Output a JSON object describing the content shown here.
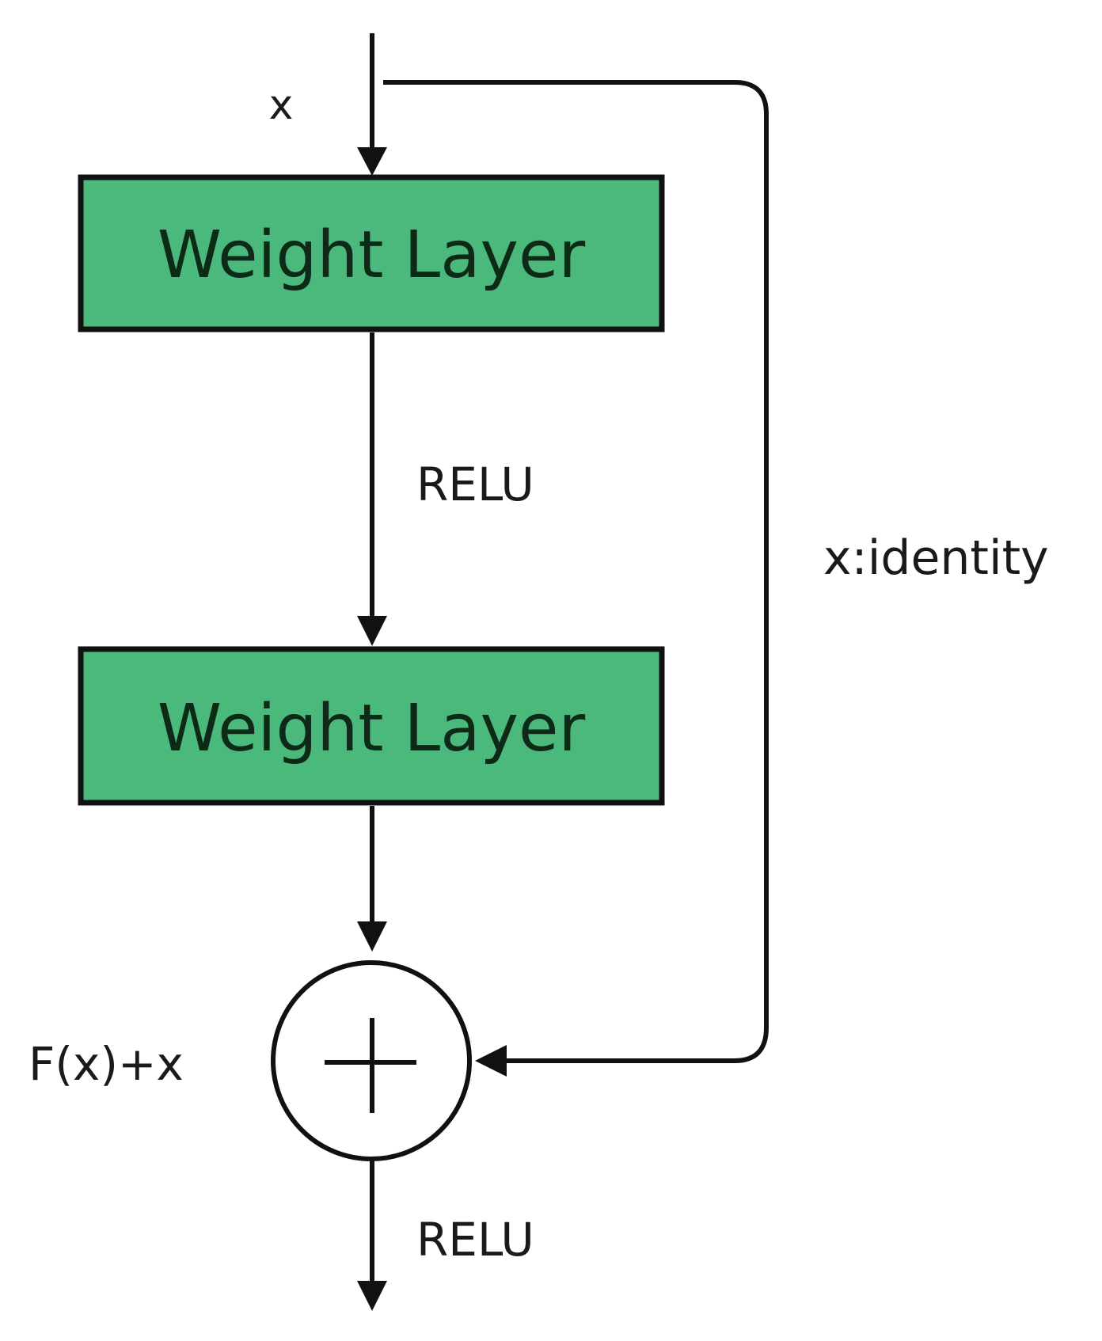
{
  "labels": {
    "input": "x",
    "relu_middle": "RELU",
    "skip": "x:identity",
    "sum": "F(x)+x",
    "relu_output": "RELU"
  },
  "layers": [
    {
      "label": "Weight Layer"
    },
    {
      "label": "Weight Layer"
    }
  ],
  "adder": {
    "symbol": "+"
  },
  "colors": {
    "layer_fill": "#4cb97c",
    "stroke": "#111111",
    "background": "#ffffff"
  }
}
